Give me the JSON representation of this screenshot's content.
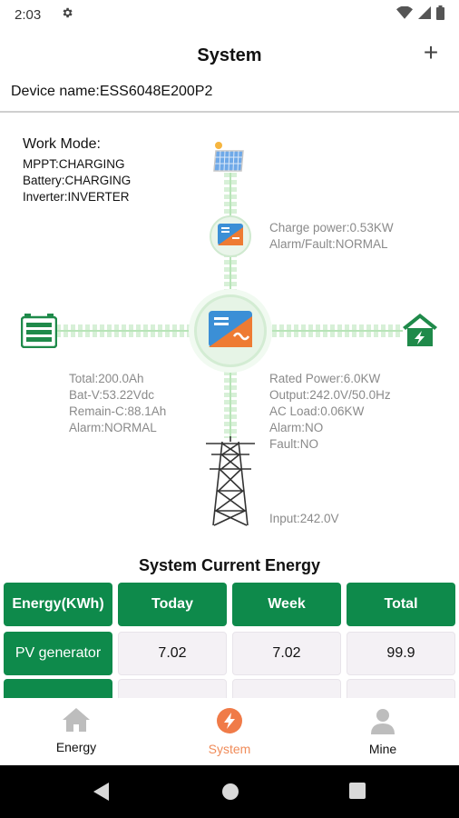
{
  "status_bar": {
    "time": "2:03"
  },
  "app_bar": {
    "title": "System",
    "add_label": "+"
  },
  "device": {
    "label": "Device name:ESS6048E200P2"
  },
  "work_mode": {
    "title": "Work Mode:",
    "mppt": "MPPT:CHARGING",
    "battery": "Battery:CHARGING",
    "inverter": "Inverter:INVERTER"
  },
  "pv_controller": {
    "charge_power": "Charge power:0.53KW",
    "alarm_fault": "Alarm/Fault:NORMAL"
  },
  "battery": {
    "total": "Total:200.0Ah",
    "bat_v": "Bat-V:53.22Vdc",
    "remain_c": "Remain-C:88.1Ah",
    "alarm": "Alarm:NORMAL"
  },
  "inverter": {
    "rated_power": "Rated Power:6.0KW",
    "output": "Output:242.0V/50.0Hz",
    "ac_load": "AC Load:0.06KW",
    "alarm": "Alarm:NO",
    "fault": "Fault:NO"
  },
  "grid": {
    "input": "Input:242.0V"
  },
  "energy": {
    "title": "System Current Energy",
    "headers": [
      "Energy(KWh)",
      "Today",
      "Week",
      "Total"
    ],
    "rows": [
      {
        "label": "PV generator",
        "today": "7.02",
        "week": "7.02",
        "total": "99.9"
      }
    ]
  },
  "bottom_nav": {
    "items": [
      {
        "label": "Energy",
        "icon": "home-icon"
      },
      {
        "label": "System",
        "icon": "lightning-icon"
      },
      {
        "label": "Mine",
        "icon": "person-icon"
      }
    ],
    "active": "System"
  },
  "colors": {
    "primary_green": "#0e8a4b",
    "accent_orange": "#f08c5a",
    "flow_green": "#d7f0d7"
  }
}
